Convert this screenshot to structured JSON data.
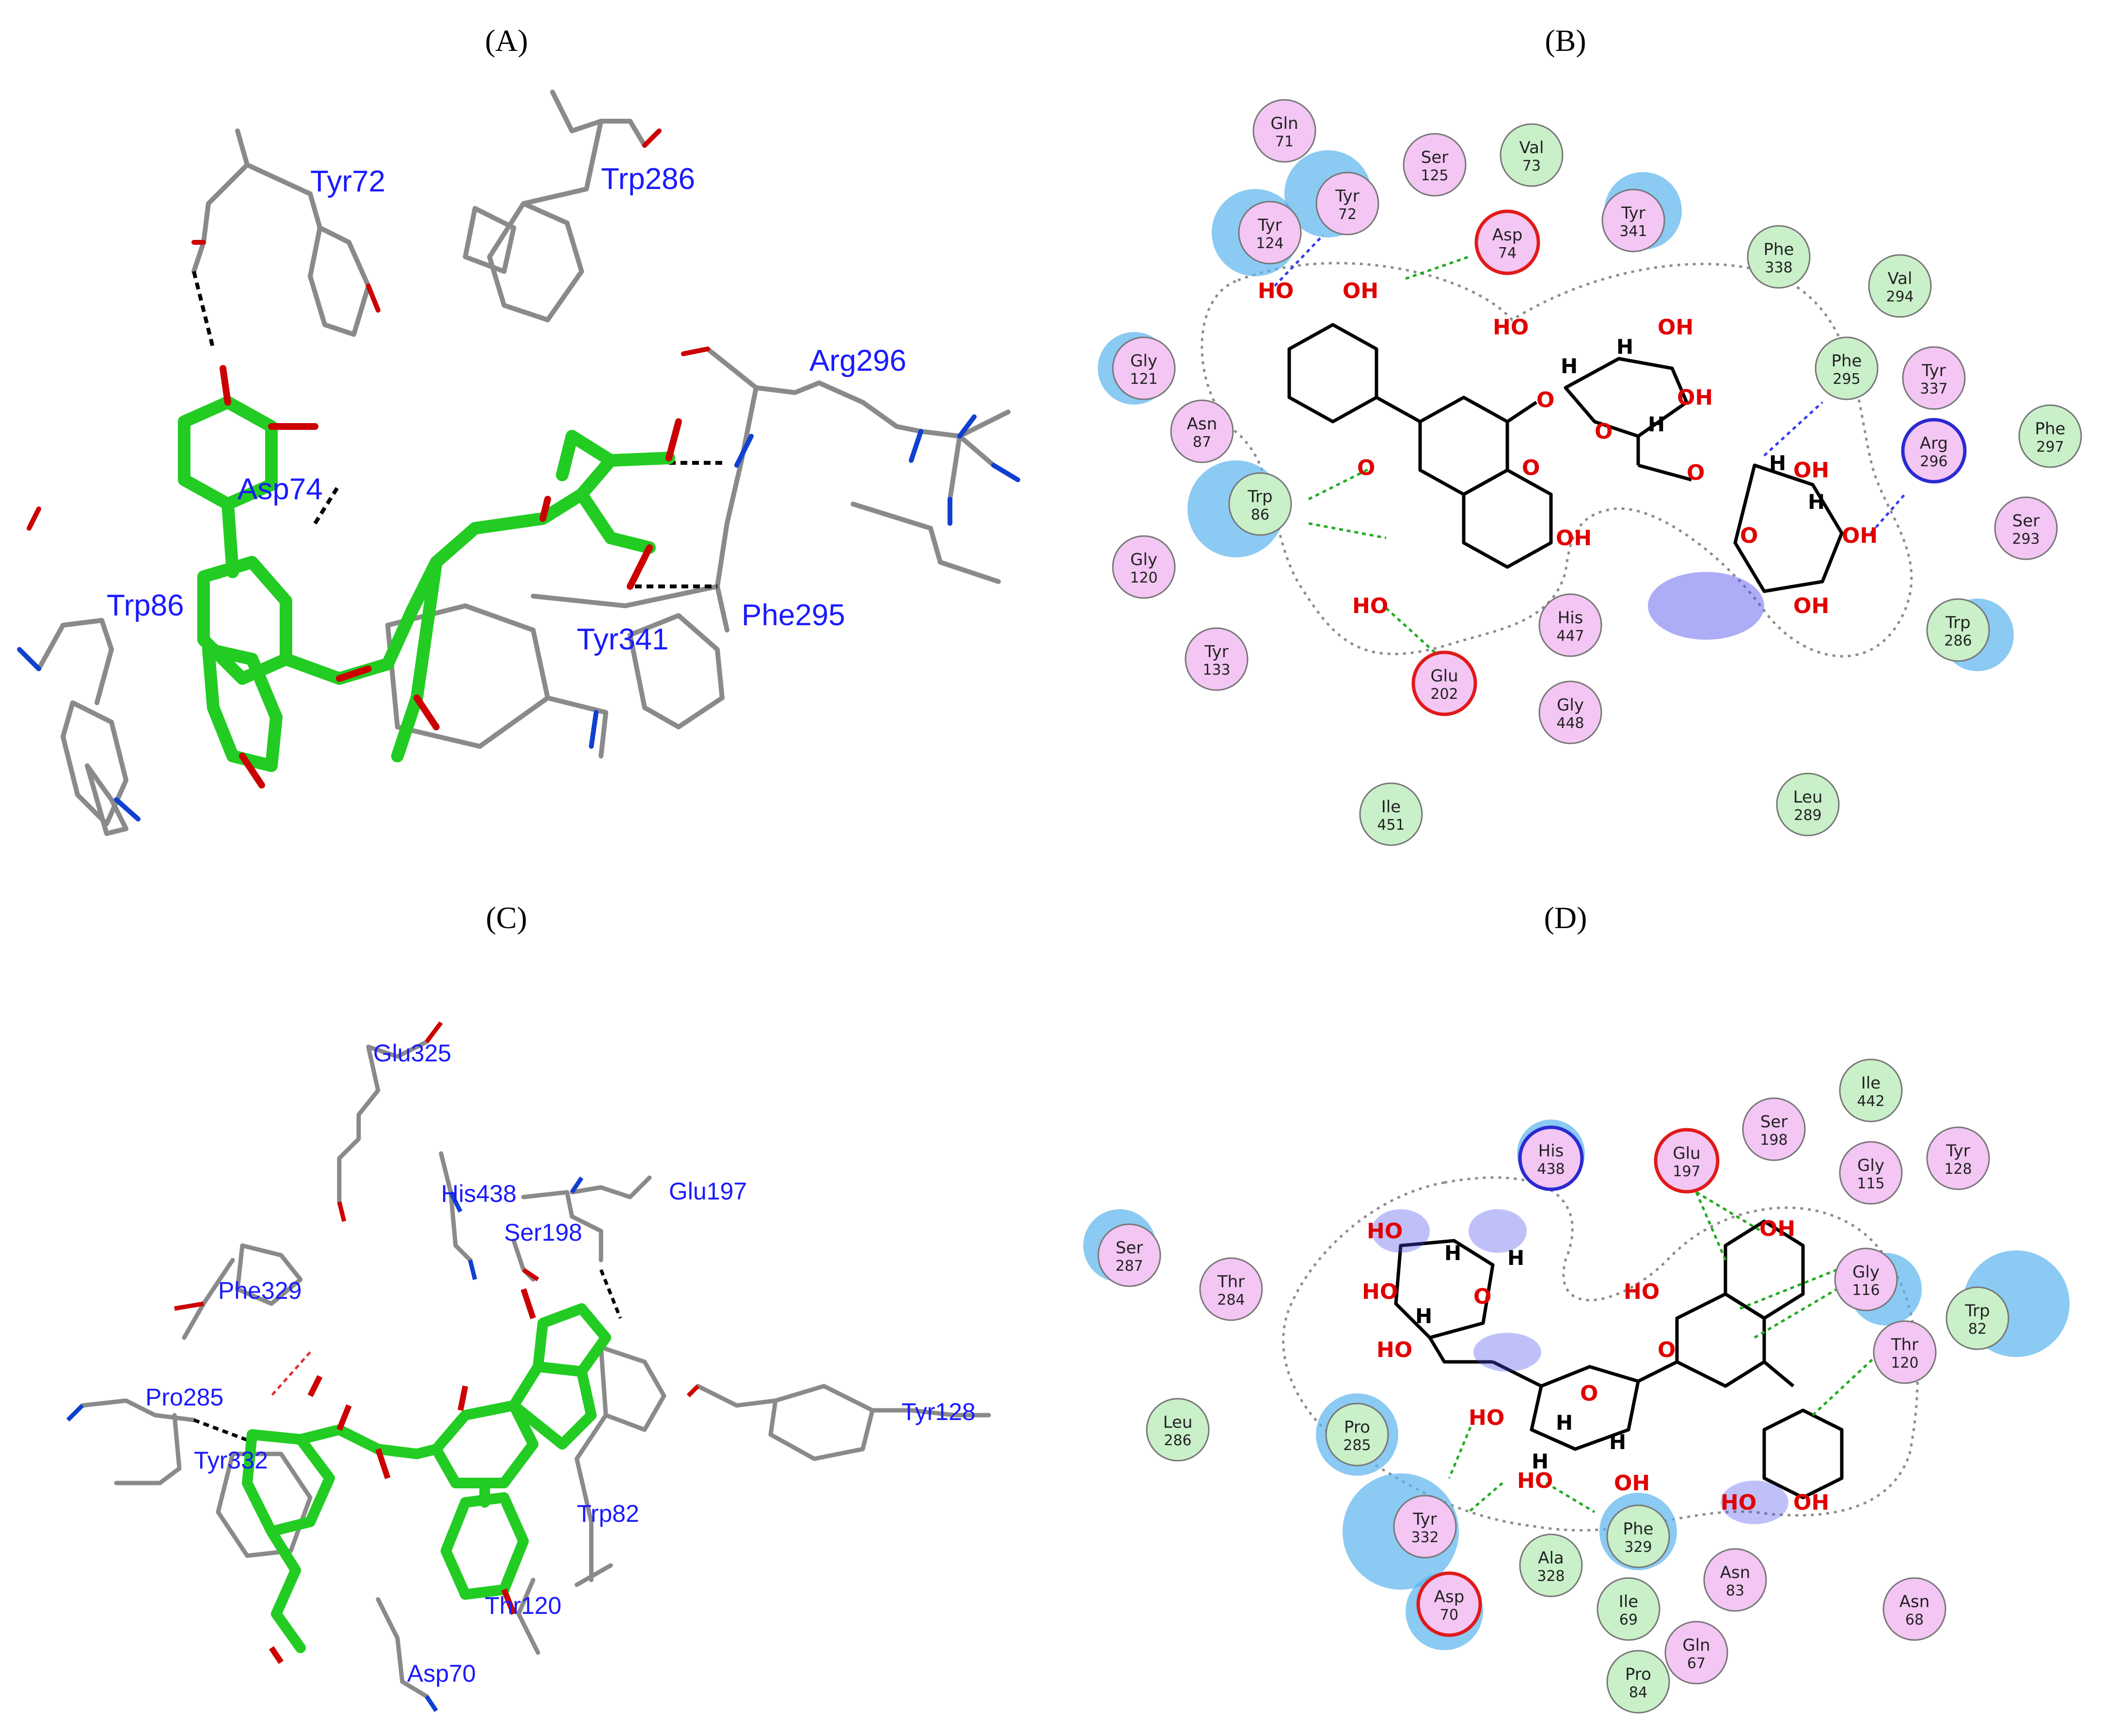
{
  "panels": {
    "A": {
      "label": "(A)",
      "residue_labels": [
        "Tyr72",
        "Trp286",
        "Arg296",
        "Asp74",
        "Trp86",
        "Tyr341",
        "Phe295"
      ]
    },
    "B": {
      "label": "(B)",
      "residues": [
        {
          "name": "Gln",
          "num": "71",
          "kind": "polar"
        },
        {
          "name": "Ser",
          "num": "125",
          "kind": "polar"
        },
        {
          "name": "Val",
          "num": "73",
          "kind": "greasy"
        },
        {
          "name": "Tyr",
          "num": "72",
          "kind": "polar"
        },
        {
          "name": "Tyr",
          "num": "124",
          "kind": "polar"
        },
        {
          "name": "Asp",
          "num": "74",
          "kind": "acidic"
        },
        {
          "name": "Tyr",
          "num": "341",
          "kind": "polar"
        },
        {
          "name": "Phe",
          "num": "338",
          "kind": "greasy"
        },
        {
          "name": "Val",
          "num": "294",
          "kind": "greasy"
        },
        {
          "name": "Gly",
          "num": "121",
          "kind": "polar"
        },
        {
          "name": "Asn",
          "num": "87",
          "kind": "polar"
        },
        {
          "name": "Phe",
          "num": "295",
          "kind": "greasy"
        },
        {
          "name": "Tyr",
          "num": "337",
          "kind": "polar"
        },
        {
          "name": "Phe",
          "num": "297",
          "kind": "greasy"
        },
        {
          "name": "Arg",
          "num": "296",
          "kind": "basic"
        },
        {
          "name": "Trp",
          "num": "86",
          "kind": "greasy"
        },
        {
          "name": "Ser",
          "num": "293",
          "kind": "polar"
        },
        {
          "name": "Gly",
          "num": "120",
          "kind": "polar"
        },
        {
          "name": "His",
          "num": "447",
          "kind": "polar"
        },
        {
          "name": "Trp",
          "num": "286",
          "kind": "greasy"
        },
        {
          "name": "Tyr",
          "num": "133",
          "kind": "polar"
        },
        {
          "name": "Glu",
          "num": "202",
          "kind": "acidic"
        },
        {
          "name": "Gly",
          "num": "448",
          "kind": "polar"
        },
        {
          "name": "Ile",
          "num": "451",
          "kind": "greasy"
        },
        {
          "name": "Leu",
          "num": "289",
          "kind": "greasy"
        }
      ],
      "atoms": {
        "oh": "OH",
        "ho": "HO",
        "o": "O",
        "h": "H"
      }
    },
    "C": {
      "label": "(C)",
      "residue_labels": [
        "Glu325",
        "His438",
        "Glu197",
        "Ser198",
        "Phe329",
        "Pro285",
        "Tyr332",
        "Tyr128",
        "Trp82",
        "Thr120",
        "Asp70"
      ]
    },
    "D": {
      "label": "(D)",
      "residues": [
        {
          "name": "Ile",
          "num": "442",
          "kind": "greasy"
        },
        {
          "name": "Ser",
          "num": "198",
          "kind": "polar"
        },
        {
          "name": "His",
          "num": "438",
          "kind": "basic"
        },
        {
          "name": "Glu",
          "num": "197",
          "kind": "acidic"
        },
        {
          "name": "Gly",
          "num": "115",
          "kind": "polar"
        },
        {
          "name": "Tyr",
          "num": "128",
          "kind": "polar"
        },
        {
          "name": "Ser",
          "num": "287",
          "kind": "polar"
        },
        {
          "name": "Thr",
          "num": "284",
          "kind": "polar"
        },
        {
          "name": "Gly",
          "num": "116",
          "kind": "polar"
        },
        {
          "name": "Trp",
          "num": "82",
          "kind": "greasy"
        },
        {
          "name": "Thr",
          "num": "120",
          "kind": "polar"
        },
        {
          "name": "Leu",
          "num": "286",
          "kind": "greasy"
        },
        {
          "name": "Pro",
          "num": "285",
          "kind": "greasy"
        },
        {
          "name": "Tyr",
          "num": "332",
          "kind": "polar"
        },
        {
          "name": "Phe",
          "num": "329",
          "kind": "greasy"
        },
        {
          "name": "Ala",
          "num": "328",
          "kind": "greasy"
        },
        {
          "name": "Asn",
          "num": "83",
          "kind": "polar"
        },
        {
          "name": "Asp",
          "num": "70",
          "kind": "acidic"
        },
        {
          "name": "Ile",
          "num": "69",
          "kind": "greasy"
        },
        {
          "name": "Asn",
          "num": "68",
          "kind": "polar"
        },
        {
          "name": "Gln",
          "num": "67",
          "kind": "polar"
        },
        {
          "name": "Pro",
          "num": "84",
          "kind": "greasy"
        }
      ]
    }
  },
  "colors": {
    "polar": "#f3c6f3",
    "greasy": "#c9f0c9",
    "acidic_ring": "#e01a1a",
    "basic_ring": "#2a2ad0",
    "exposure": "#5ab4ee",
    "label_blue": "#1a1aff",
    "ligand_green": "#22cc22",
    "oxygen_red": "#cc0000",
    "nitrogen_blue": "#1040d0"
  }
}
